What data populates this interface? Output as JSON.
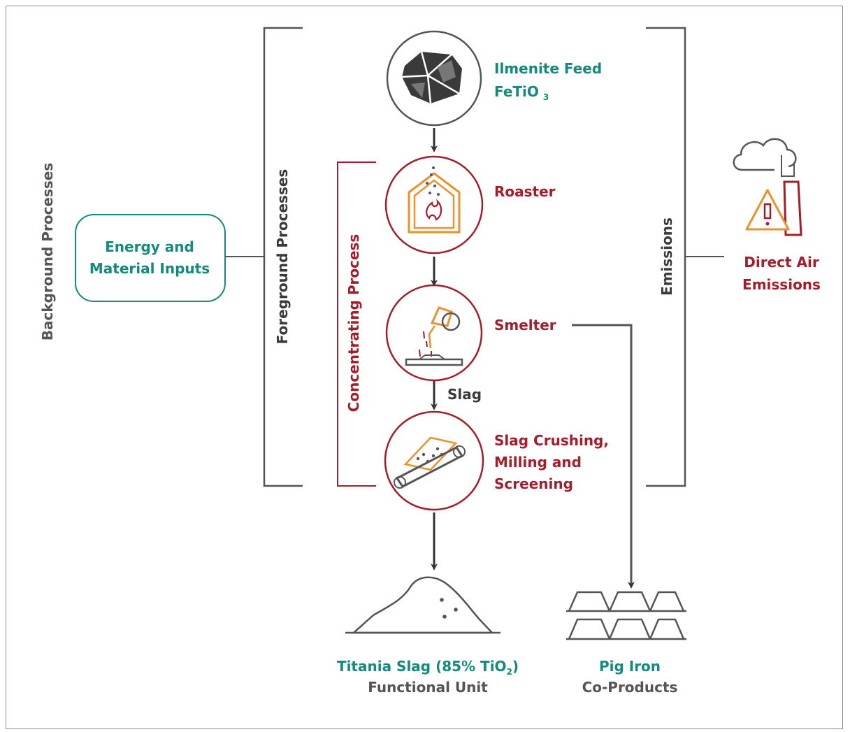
{
  "diagram": {
    "brackets": {
      "background": "Background Processes",
      "foreground": "Foreground Processes",
      "concentrating": "Concentrating Process",
      "emissions": "Emissions"
    },
    "inputs_box": {
      "line1": "Energy and",
      "line2": "Material Inputs"
    },
    "feed": {
      "name": "Ilmenite Feed",
      "formula_main": "FeTiO",
      "formula_sub": "3"
    },
    "steps": [
      {
        "label_lines": [
          "Roaster"
        ]
      },
      {
        "label_lines": [
          "Smelter"
        ]
      },
      {
        "label_lines": [
          "Slag Crushing,",
          "Milling and",
          "Screening"
        ]
      }
    ],
    "slag_label": "Slag",
    "emissions_output": {
      "line1": "Direct Air",
      "line2": "Emissions"
    },
    "product": {
      "name_prefix": "Titania Slag (85% TiO",
      "name_sub": "2",
      "name_suffix": ")",
      "role": "Functional Unit"
    },
    "coproduct": {
      "name": "Pig Iron",
      "role": "Co-Products"
    },
    "colors": {
      "teal": "#138a7c",
      "red": "#a31d2a",
      "orange": "#e8912d",
      "gray": "#555555"
    },
    "icons": [
      "ore-rock-icon",
      "roaster-furnace-icon",
      "smelter-ladle-icon",
      "crusher-conveyor-icon",
      "factory-emissions-icon",
      "powder-pile-icon",
      "ingots-icon"
    ]
  }
}
